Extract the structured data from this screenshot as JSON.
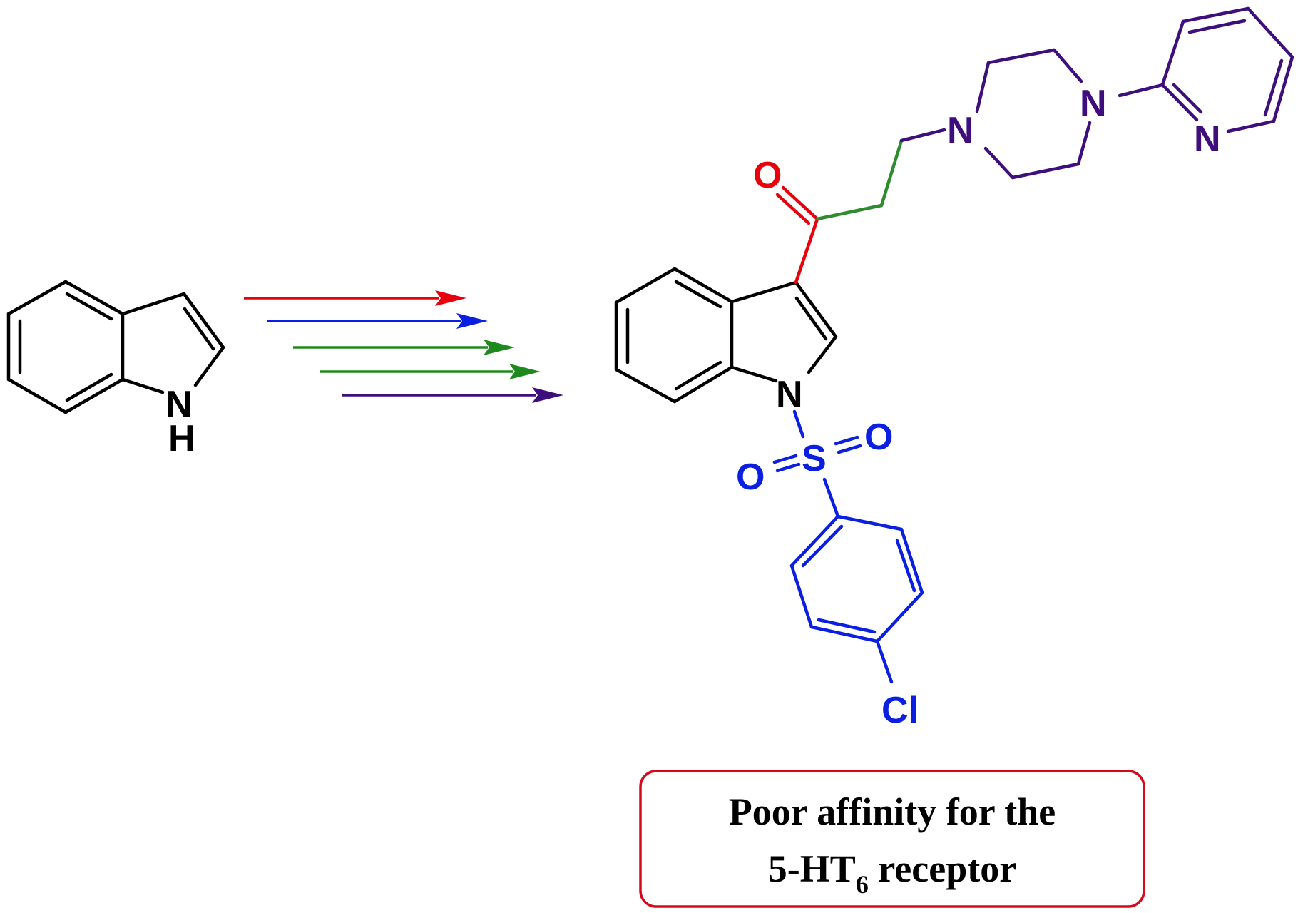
{
  "colors": {
    "black": "#000000",
    "red": "#e8000b",
    "blue": "#0a1fe0",
    "green": "#1e8a1e",
    "purple": "#3e0e7c",
    "chain_green": "#2e8b2e",
    "box_border": "#d40a1a"
  },
  "indole": {
    "n_label": "N",
    "h_label": "H"
  },
  "product": {
    "n_indole": "N",
    "s_label": "S",
    "o_sulfonyl_right": "O",
    "o_sulfonyl_left": "O",
    "cl_label": "Cl",
    "o_carbonyl": "O",
    "n_piperazine_left": "N",
    "n_piperazine_right": "N",
    "n_pyridine": "N"
  },
  "arrows": [
    {
      "color": "red"
    },
    {
      "color": "blue"
    },
    {
      "color": "green"
    },
    {
      "color": "green"
    },
    {
      "color": "purple"
    }
  ],
  "note_box": {
    "line1": "Poor affinity for the",
    "line2_prefix": "5-HT",
    "line2_sub": "6",
    "line2_suffix": " receptor"
  }
}
